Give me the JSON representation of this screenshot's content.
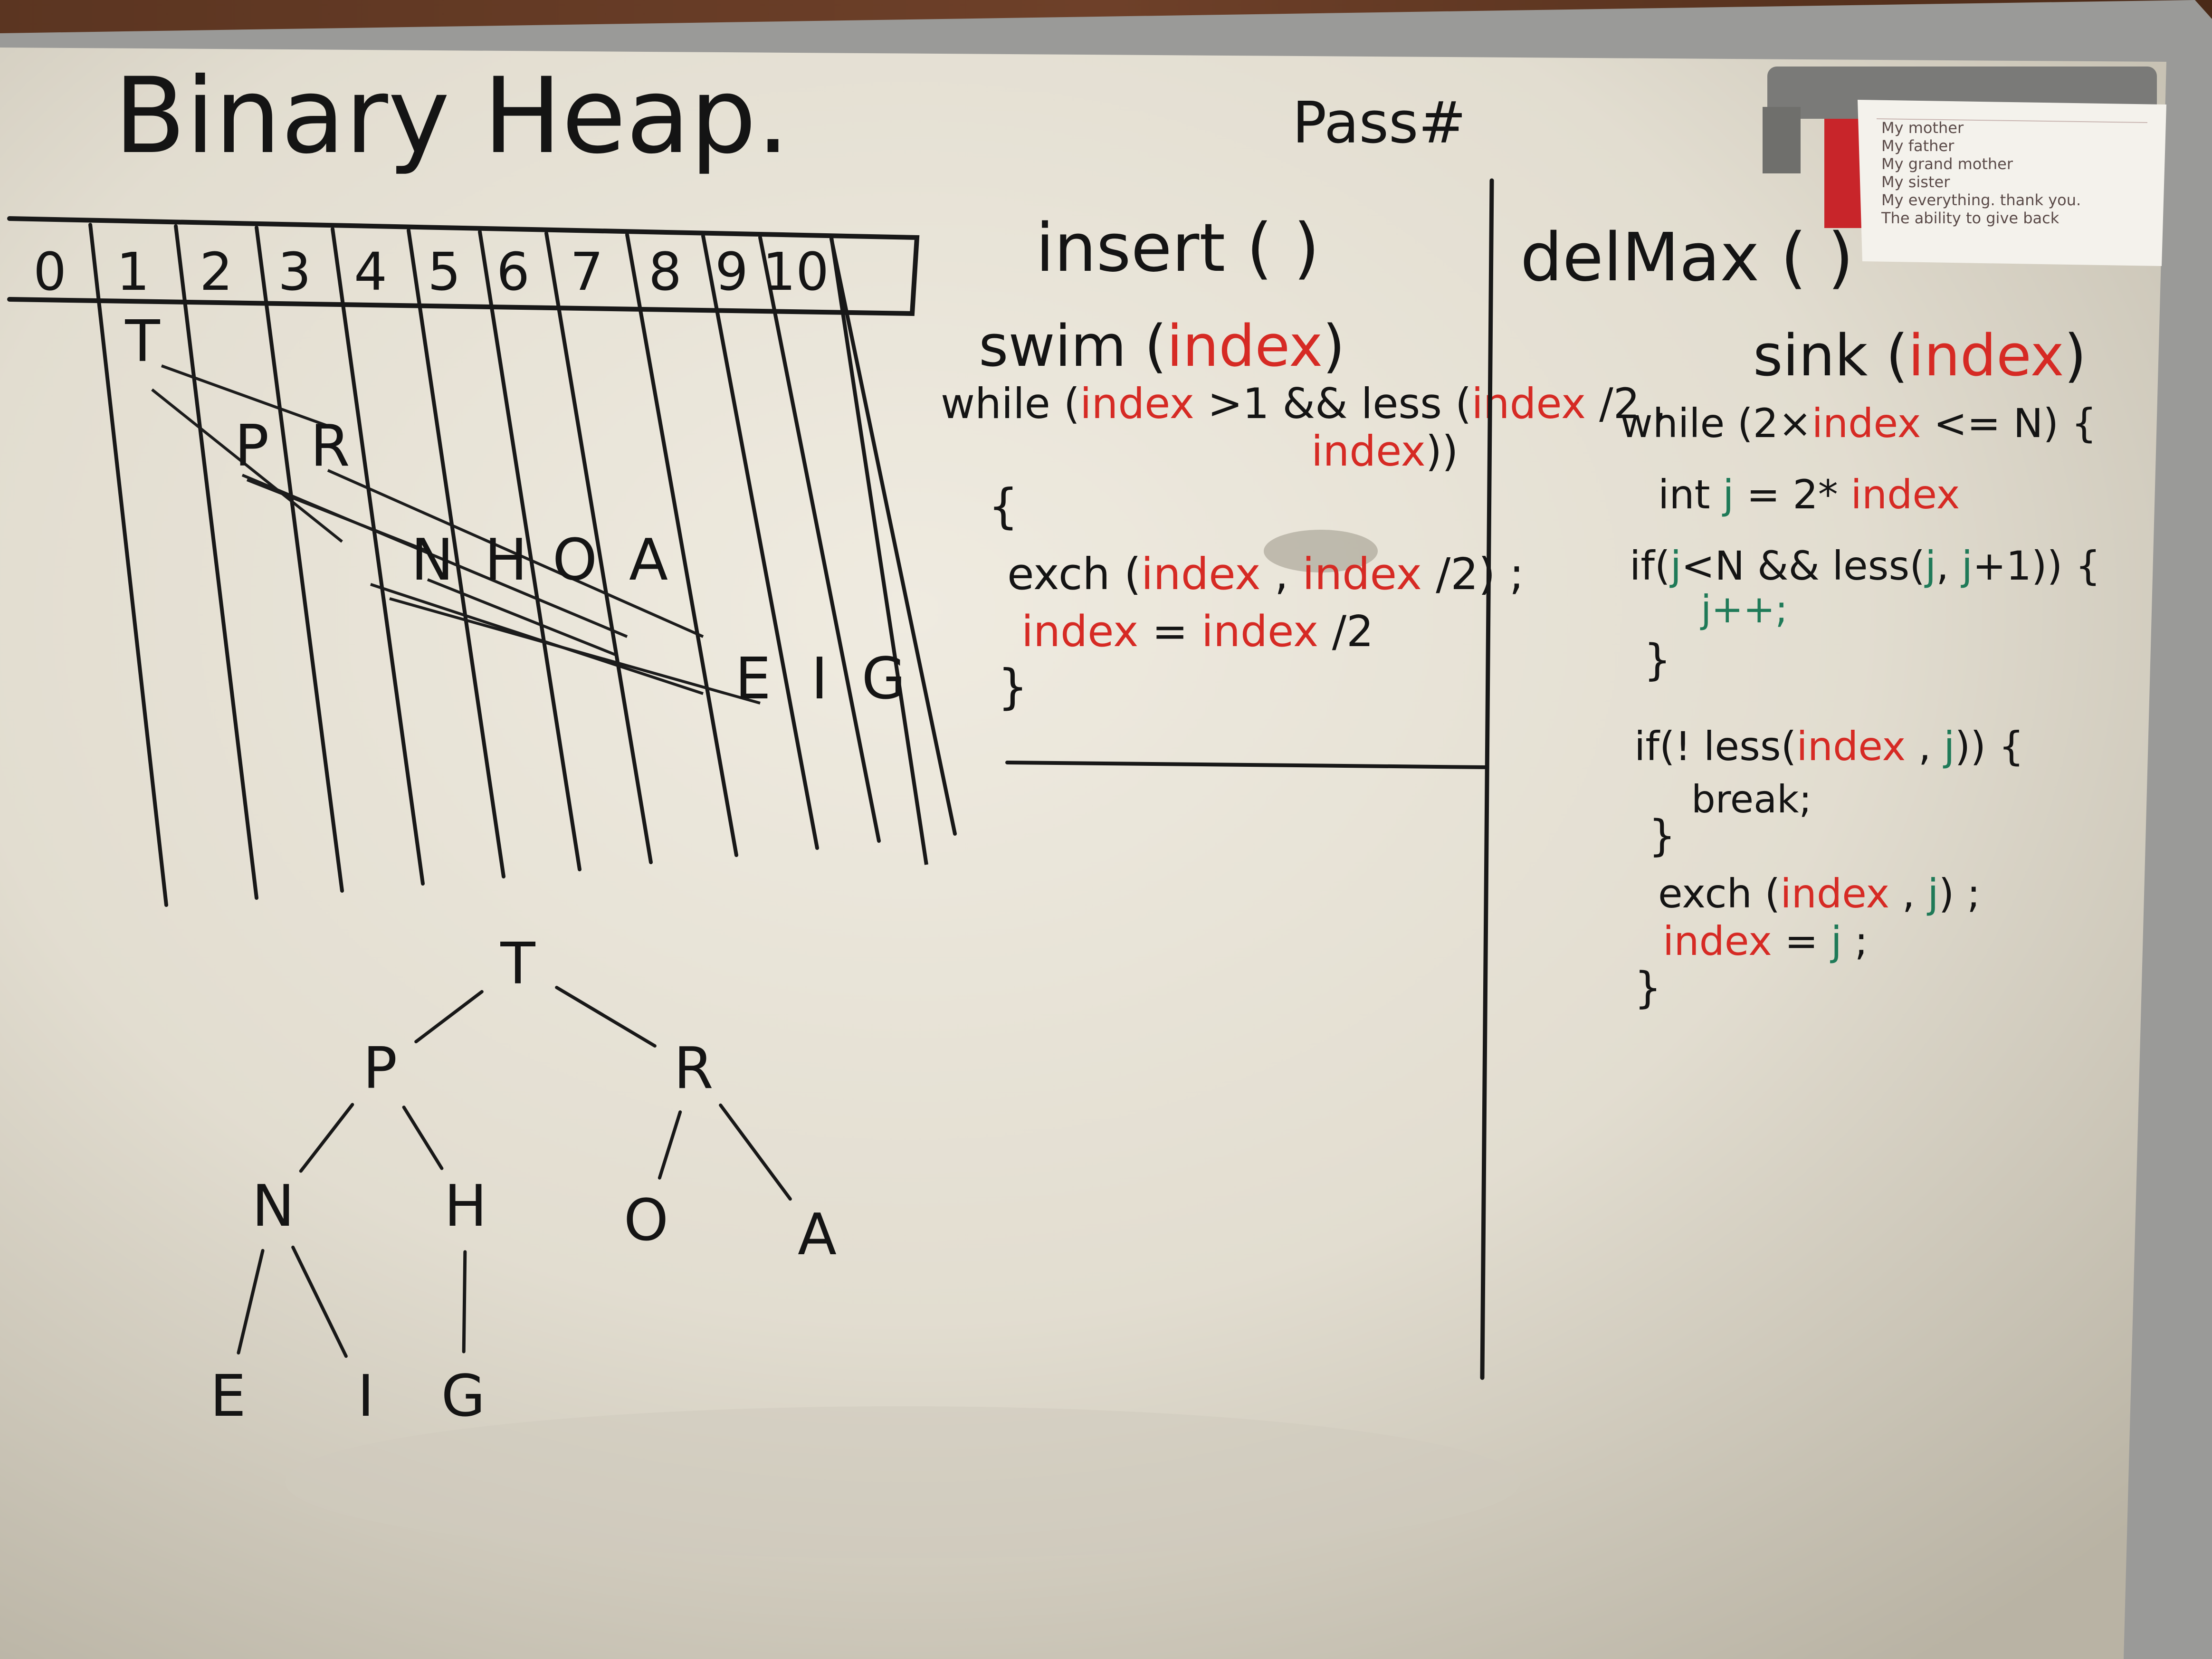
{
  "title": "Binary Heap.",
  "pass_label": "Pass#",
  "array": {
    "indices": [
      "0",
      "1",
      "2",
      "3",
      "4",
      "5",
      "6",
      "7",
      "8",
      "9",
      "10"
    ],
    "entries": [
      {
        "letter": "T",
        "col": 1,
        "row": 0
      },
      {
        "letter": "P",
        "col": 2,
        "row": 1
      },
      {
        "letter": "R",
        "col": 3,
        "row": 1
      },
      {
        "letter": "N",
        "col": 4,
        "row": 2
      },
      {
        "letter": "H",
        "col": 5,
        "row": 2
      },
      {
        "letter": "O",
        "col": 6,
        "row": 2
      },
      {
        "letter": "A",
        "col": 7,
        "row": 2
      },
      {
        "letter": "E",
        "col": 8,
        "row": 3
      },
      {
        "letter": "I",
        "col": 9,
        "row": 3
      },
      {
        "letter": "G",
        "col": 10,
        "row": 3
      }
    ]
  },
  "tree": {
    "nodes": [
      {
        "id": "T",
        "label": "T"
      },
      {
        "id": "P",
        "label": "P"
      },
      {
        "id": "R",
        "label": "R"
      },
      {
        "id": "N",
        "label": "N"
      },
      {
        "id": "H",
        "label": "H"
      },
      {
        "id": "O",
        "label": "O"
      },
      {
        "id": "A",
        "label": "A"
      },
      {
        "id": "E",
        "label": "E"
      },
      {
        "id": "I",
        "label": "I"
      },
      {
        "id": "G",
        "label": "G"
      }
    ],
    "edges": [
      [
        "T",
        "P"
      ],
      [
        "T",
        "R"
      ],
      [
        "P",
        "N"
      ],
      [
        "P",
        "H"
      ],
      [
        "R",
        "O"
      ],
      [
        "R",
        "A"
      ],
      [
        "N",
        "E"
      ],
      [
        "N",
        "I"
      ],
      [
        "H",
        "G"
      ]
    ]
  },
  "insert": {
    "signature": "insert (      )",
    "swim_name": "swim (",
    "swim_param": "index",
    "swim_close": ")",
    "l1a": "while (",
    "l1b": "index",
    "l1c": " >1 && less (",
    "l1d": "index",
    "l1e": " /2 ,",
    "l2a": "index",
    "l2b": "))",
    "l3": "{",
    "l4a": "exch (",
    "l4b": "index",
    "l4c": " , ",
    "l4d": "index",
    "l4e": " /2) ;",
    "l5a": "index",
    "l5b": " = ",
    "l5c": "index",
    "l5d": " /2",
    "l6": "}"
  },
  "delmax": {
    "signature": "delMax (      )",
    "sink_name": "sink (",
    "sink_param": "index",
    "sink_close": ")",
    "l1a": "while (2×",
    "l1b": "index",
    "l1c": " <= N) {",
    "l2a": "int ",
    "l2b": "j",
    "l2c": " = 2* ",
    "l2d": "index",
    "l3a": "if(",
    "l3b": "j",
    "l3c": "<N && less(",
    "l3d": "j",
    "l3e": ", ",
    "l3f": "j",
    "l3g": "+1)) {",
    "l4": "j++;",
    "l5": "}",
    "l6a": "if(! less(",
    "l6b": "index",
    "l6c": " , ",
    "l6d": "j",
    "l6e": ")) {",
    "l7": "break;",
    "l8": "}",
    "l9a": "exch (",
    "l9b": "index",
    "l9c": " , ",
    "l9d": "j",
    "l9e": ") ;",
    "l10a": "index",
    "l10b": " = ",
    "l10c": "j",
    "l10d": " ;",
    "l11": "}"
  },
  "note_card": {
    "lines": [
      "My mother",
      "My father",
      "My grand mother",
      "My sister",
      "My everything. thank you.",
      "The ability to give back"
    ]
  }
}
